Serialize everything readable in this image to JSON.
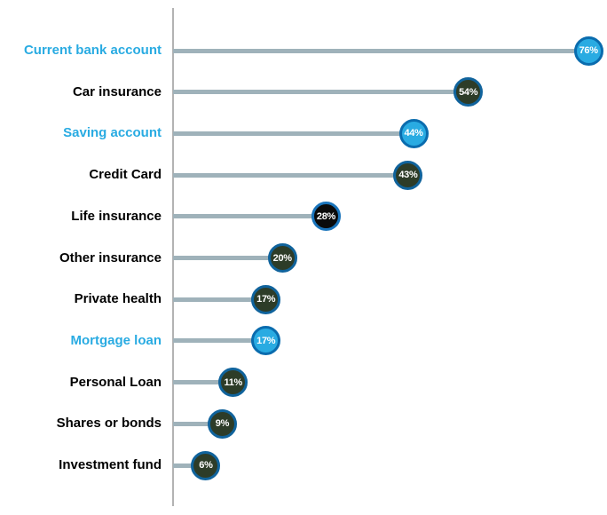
{
  "chart_data": {
    "type": "bar",
    "style": "horizontal-lollipop",
    "title": "",
    "xlabel": "",
    "ylabel": "",
    "unit": "%",
    "xlim": [
      0,
      80
    ],
    "grid": false,
    "legend": false,
    "categories": [
      "Current bank account",
      "Car insurance",
      "Saving account",
      "Credit Card",
      "Life insurance",
      "Other insurance",
      "Private health",
      "Mortgage loan",
      "Personal Loan",
      "Shares or bonds",
      "Investment fund"
    ],
    "values": [
      76,
      54,
      44,
      43,
      28,
      20,
      17,
      17,
      11,
      9,
      6
    ],
    "value_labels": [
      "76%",
      "54%",
      "44%",
      "43%",
      "28%",
      "20%",
      "17%",
      "17%",
      "11%",
      "9%",
      "6%"
    ],
    "label_styles": [
      "highlight",
      "normal",
      "highlight",
      "normal",
      "normal",
      "normal",
      "normal",
      "highlight",
      "normal",
      "normal",
      "normal"
    ],
    "marker_styles": [
      "blue",
      "darkgreen",
      "blue",
      "darkgreen",
      "black",
      "darkgreen",
      "darkgreen",
      "blue",
      "darkgreen",
      "darkgreen",
      "darkgreen"
    ]
  },
  "colors": {
    "highlight_blue": "#29abe2",
    "label_black": "#000000",
    "marker_blue_fill": "#29abe2",
    "marker_blue_border": "#0a6cae",
    "marker_darkgreen_fill": "#2d3c28",
    "marker_darkgreen_border": "#10639c",
    "marker_black_fill": "#0a0a0a",
    "marker_black_border": "#1a74bb",
    "stem": "#9fb2ba",
    "axis": "#b3b3b3",
    "value_text": "#ffffff"
  }
}
